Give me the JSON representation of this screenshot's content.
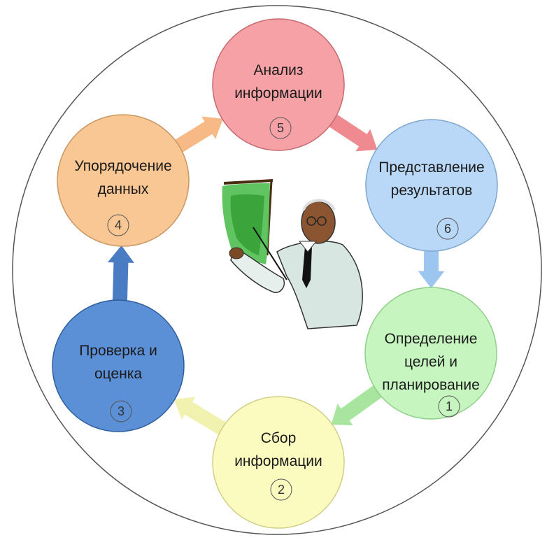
{
  "diagram": {
    "steps": [
      {
        "id": 1,
        "number": "1",
        "lines": [
          "Определение",
          "целей и",
          "планирование"
        ],
        "fill": "#c6f5c0",
        "stroke": "#8fcf89"
      },
      {
        "id": 2,
        "number": "2",
        "lines": [
          "Сбор",
          "информации"
        ],
        "fill": "#fbfbbf",
        "stroke": "#cfcf85"
      },
      {
        "id": 3,
        "number": "3",
        "lines": [
          "Проверка и",
          "оценка"
        ],
        "fill": "#5b8fd6",
        "stroke": "#2f5e9e"
      },
      {
        "id": 4,
        "number": "4",
        "lines": [
          "Упорядочение",
          "данных"
        ],
        "fill": "#f9c794",
        "stroke": "#c99662"
      },
      {
        "id": 5,
        "number": "5",
        "lines": [
          "Анализ",
          "информации"
        ],
        "fill": "#f6a1a5",
        "stroke": "#c56a70"
      },
      {
        "id": 6,
        "number": "6",
        "lines": [
          "Представление",
          "результатов"
        ],
        "fill": "#b9d7f7",
        "stroke": "#7fa6cf"
      }
    ],
    "arrows": [
      {
        "from": "1",
        "to": "2",
        "color": "#a8e6a0"
      },
      {
        "from": "2",
        "to": "3",
        "color": "#f2f2b0"
      },
      {
        "from": "3",
        "to": "4",
        "color": "#4a7cc4"
      },
      {
        "from": "4",
        "to": "5",
        "color": "#f7b985"
      },
      {
        "from": "5",
        "to": "6",
        "color": "#ee8a90"
      },
      {
        "from": "6",
        "to": "1",
        "color": "#9cc5ef"
      }
    ],
    "center_icon": "presenter-at-board-icon"
  }
}
